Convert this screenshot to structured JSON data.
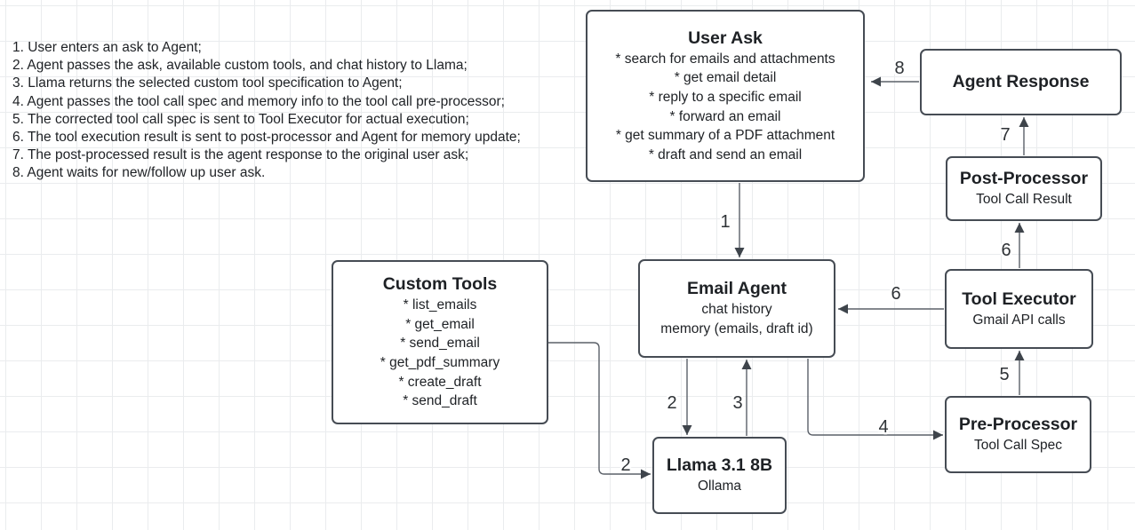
{
  "steps": {
    "items": [
      "1. User enters an ask to Agent;",
      "2. Agent passes the ask, available custom tools, and chat history to Llama;",
      "3. Llama returns the selected custom tool specification to Agent;",
      "4. Agent passes the tool call spec and memory info to the tool call pre-processor;",
      "5. The corrected tool call spec is sent to Tool Executor for actual execution;",
      "6. The tool execution result is sent to post-processor and Agent for memory update;",
      "7. The post-processed result is the agent response to the original user ask;",
      "8. Agent waits for new/follow up user ask."
    ]
  },
  "nodes": {
    "user_ask": {
      "title": "User Ask",
      "lines": [
        "* search for emails and attachments",
        "* get email detail",
        "* reply to a specific email",
        "* forward an email",
        "* get summary of a PDF attachment",
        "* draft and send an email"
      ]
    },
    "agent_response": {
      "title": "Agent Response"
    },
    "post_processor": {
      "title": "Post-Processor",
      "subtitle": "Tool Call Result"
    },
    "custom_tools": {
      "title": "Custom Tools",
      "lines": [
        "* list_emails",
        "* get_email",
        "* send_email",
        "* get_pdf_summary",
        "* create_draft",
        "* send_draft"
      ]
    },
    "email_agent": {
      "title": "Email Agent",
      "lines": [
        "chat history",
        "memory (emails, draft id)"
      ]
    },
    "tool_executor": {
      "title": "Tool Executor",
      "subtitle": "Gmail API calls"
    },
    "pre_processor": {
      "title": "Pre-Processor",
      "subtitle": "Tool Call Spec"
    },
    "llama": {
      "title": "Llama 3.1 8B",
      "subtitle": "Ollama"
    }
  },
  "edge_labels": {
    "user_to_agent": "1",
    "agent_to_llama": "2",
    "tools_to_llama": "2",
    "llama_to_agent": "3",
    "agent_to_preproc": "4",
    "preproc_to_exec": "5",
    "exec_to_postproc": "6",
    "exec_to_agent": "6",
    "postproc_to_resp": "7",
    "resp_to_userask": "8"
  },
  "colors": {
    "box_border": "#464c54",
    "edge_line": "#5b6169",
    "arrowhead": "#3e444b",
    "text": "#1e2125",
    "grid": "#eaecee",
    "background": "#ffffff"
  }
}
